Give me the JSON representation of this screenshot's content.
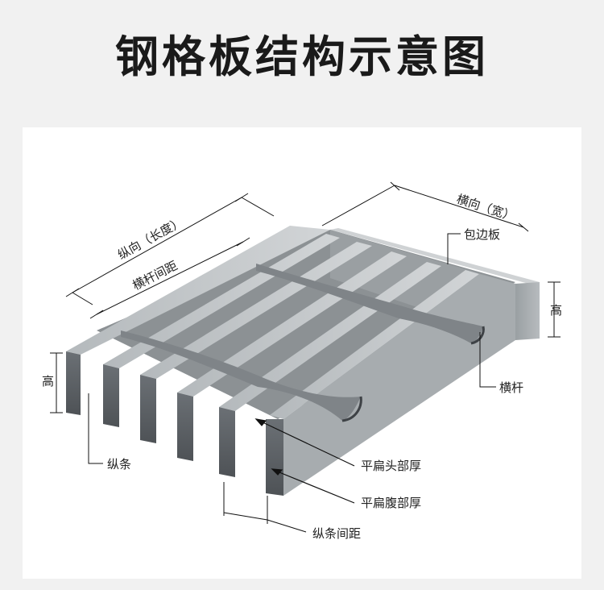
{
  "title": "钢格板结构示意图",
  "labels": {
    "width": "横向（宽）",
    "frame_plate": "包边板",
    "length": "纵向（长度）",
    "crossbar_pitch": "横杆间距",
    "height_left": "高",
    "height_right": "高",
    "crossbar": "横杆",
    "bearing_bar": "纵条",
    "top_thickness": "平扁头部厚",
    "body_thickness": "平扁腹部厚",
    "bearing_pitch": "纵条间距"
  },
  "colors": {
    "bar_top": "#c3c7c9",
    "bar_front": "#5e6266",
    "bar_side": "#9ea3a6",
    "frame": "#a9aeb1",
    "line": "#111111"
  }
}
